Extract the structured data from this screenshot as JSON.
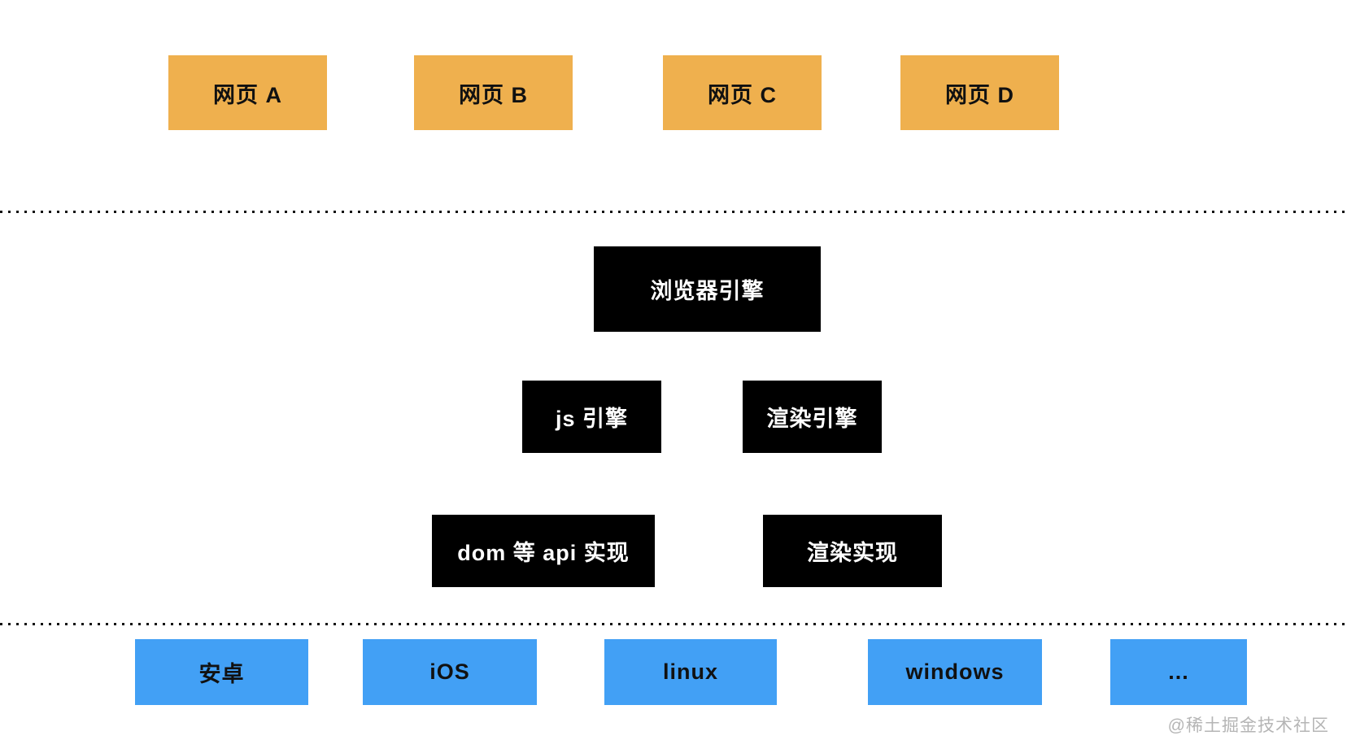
{
  "webpages": [
    {
      "label": "网页 A"
    },
    {
      "label": "网页 B"
    },
    {
      "label": "网页 C"
    },
    {
      "label": "网页 D"
    }
  ],
  "engines": {
    "browser_engine": "浏览器引擎",
    "js_engine": "js 引擎",
    "render_engine": "渲染引擎",
    "dom_api_impl": "dom 等 api 实现",
    "render_impl": "渲染实现"
  },
  "platforms": [
    {
      "label": "安卓"
    },
    {
      "label": "iOS"
    },
    {
      "label": "linux"
    },
    {
      "label": "windows"
    },
    {
      "label": "..."
    }
  ],
  "watermark": "@稀土掘金技术社区",
  "colors": {
    "webpage_box": "#efb04e",
    "webpage_text": "#111111",
    "engine_box": "#000000",
    "engine_text": "#ffffff",
    "platform_box": "#42a0f5",
    "platform_text": "#111111",
    "background": "#ffffff",
    "dotted_line": "#111111",
    "watermark_text": "#b5b5b5"
  }
}
